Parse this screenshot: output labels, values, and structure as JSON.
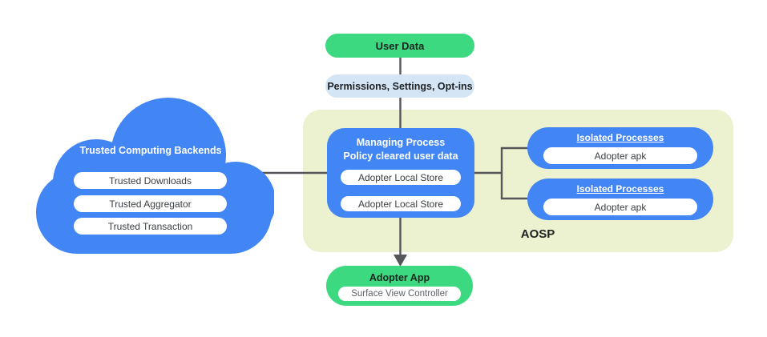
{
  "colors": {
    "blue": "#4285F4",
    "green": "#3DD981",
    "light_blue": "#D4E5F6",
    "aosp_container_bg": "#ECF2CF",
    "line": "#54565A",
    "text_dark": "#202124",
    "pill_text": "#3C4043",
    "white": "#FFFFFF"
  },
  "cloud": {
    "title": "Trusted Computing Backends",
    "items": [
      "Trusted Downloads",
      "Trusted Aggregator",
      "Trusted Transaction"
    ]
  },
  "flow_top": {
    "user_data": "User Data",
    "permissions": "Permissions,  Settings, Opt-ins"
  },
  "aosp": {
    "label": "AOSP",
    "managing": {
      "title_line1": "Managing Process",
      "title_line2": "Policy cleared user data",
      "stores": [
        "Adopter Local Store",
        "Adopter Local Store"
      ]
    },
    "isolated": [
      {
        "title": "Isolated Processes",
        "item": "Adopter apk"
      },
      {
        "title": "Isolated Processes",
        "item": "Adopter apk"
      }
    ]
  },
  "adopter_app": {
    "title": "Adopter App",
    "item": "Surface View Controller"
  }
}
